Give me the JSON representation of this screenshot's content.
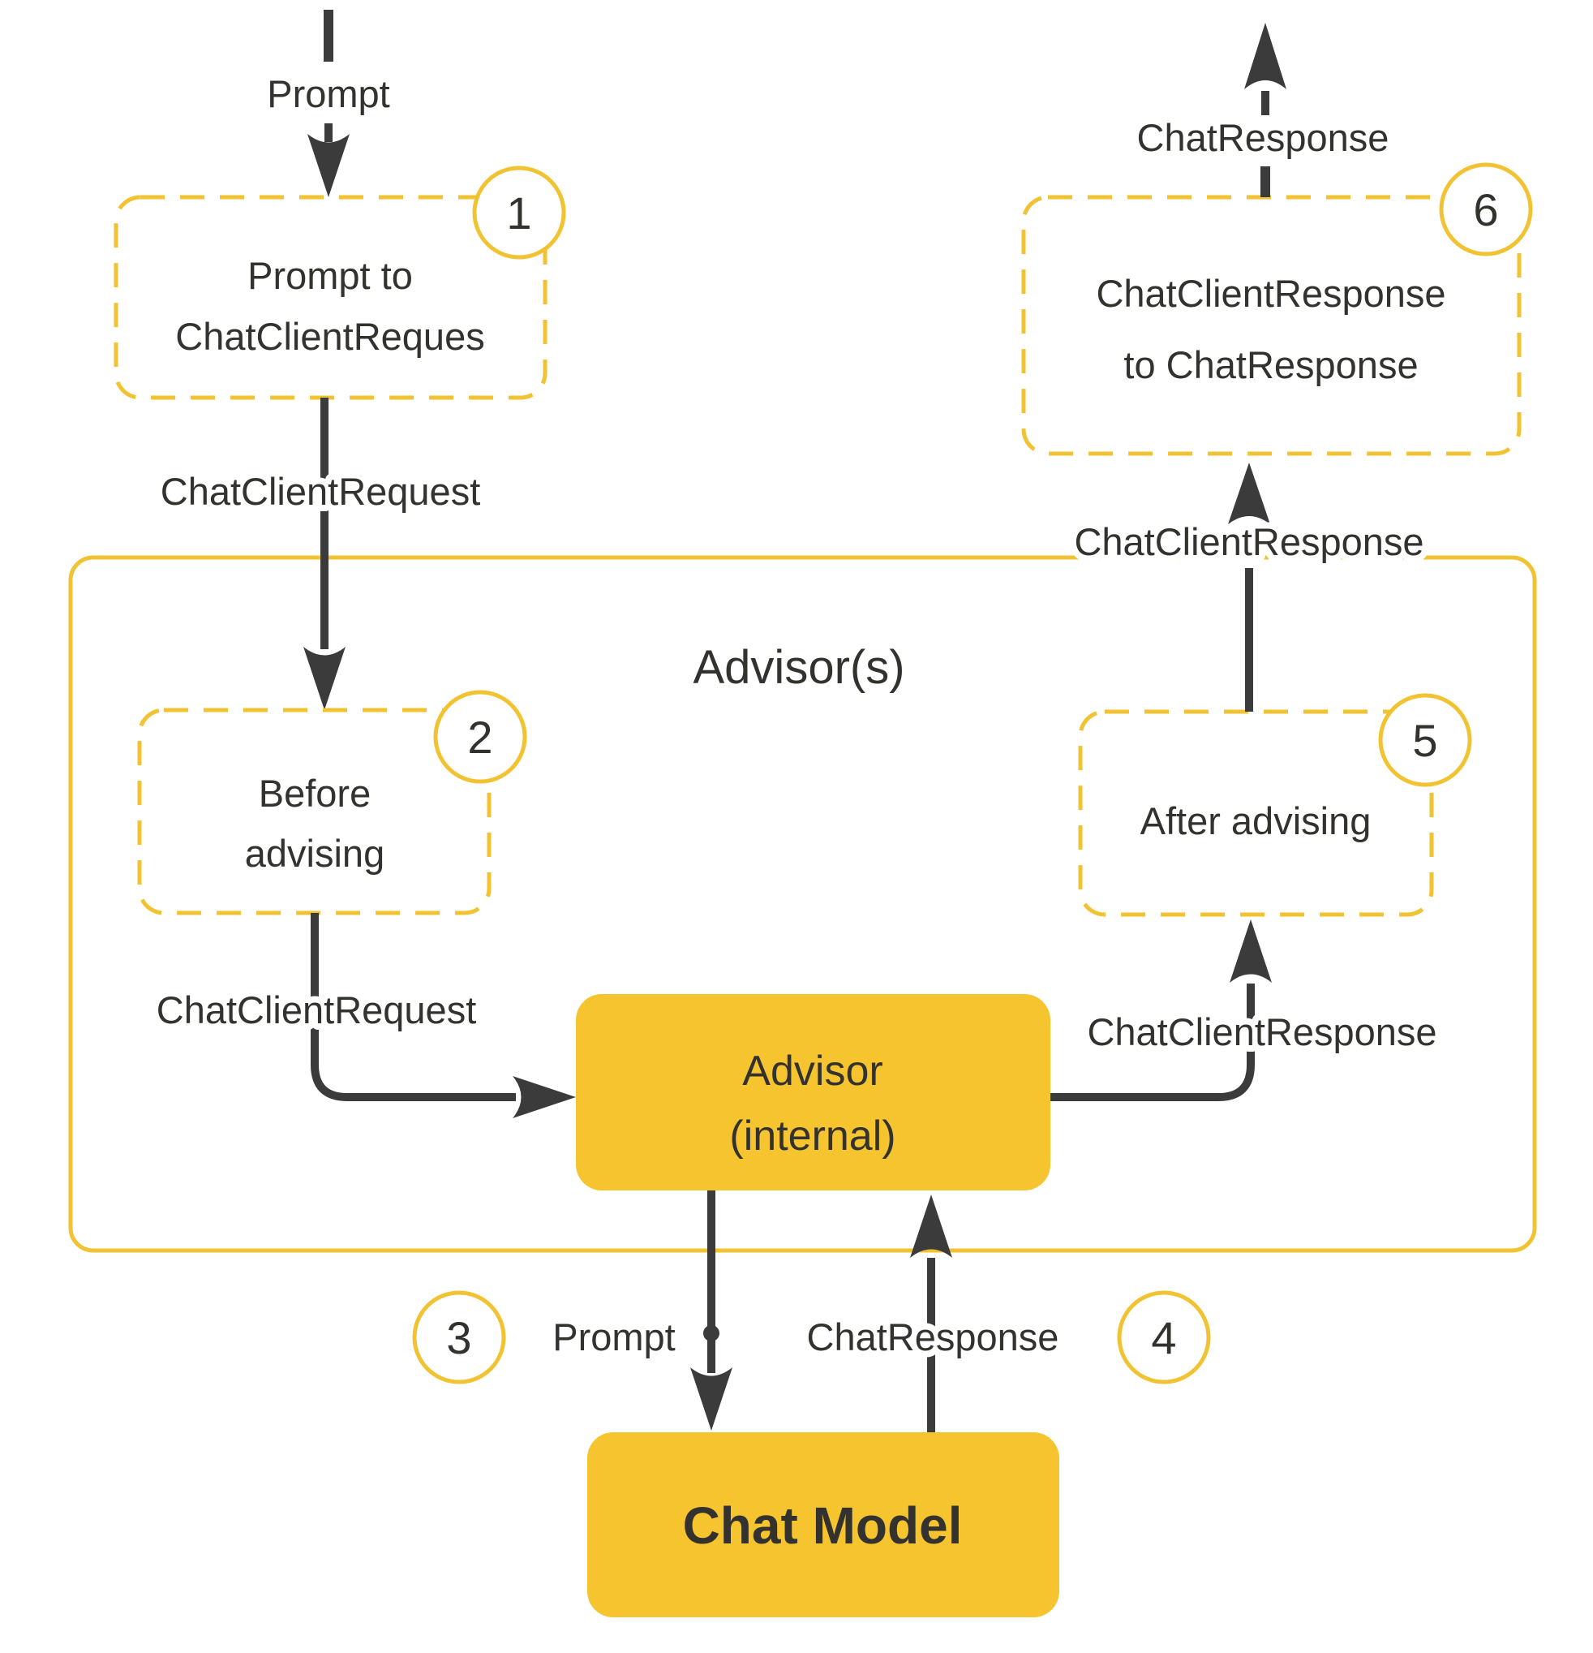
{
  "diagram": {
    "title": "Advisor(s)",
    "colors": {
      "yellow_stroke": "#F1C232",
      "yellow_fill": "#F5C42E",
      "arrow_ink": "#3B3B3B",
      "text_ink": "#33322F"
    },
    "labels": {
      "prompt_in": "Prompt",
      "chat_client_request_outer": "ChatClientRequest",
      "chat_client_request_inner": "ChatClientRequest",
      "chat_client_response_inner": "ChatClientResponse",
      "chat_client_response_outer": "ChatClientResponse",
      "chat_response_out": "ChatResponse",
      "prompt_down": "Prompt",
      "chat_response_up": "ChatResponse"
    },
    "steps": {
      "s1": {
        "badge": "1",
        "line1": "Prompt to",
        "line2": "ChatClientReques"
      },
      "s2": {
        "badge": "2",
        "line1": "Before",
        "line2": "advising"
      },
      "s3": {
        "badge": "3"
      },
      "s4": {
        "badge": "4"
      },
      "s5": {
        "badge": "5",
        "label": "After advising"
      },
      "s6": {
        "badge": "6",
        "line1": "ChatClientResponse",
        "line2": "to ChatResponse"
      }
    },
    "nodes": {
      "advisor_internal": {
        "line1": "Advisor",
        "line2": "(internal)"
      },
      "chat_model": "Chat Model"
    }
  }
}
